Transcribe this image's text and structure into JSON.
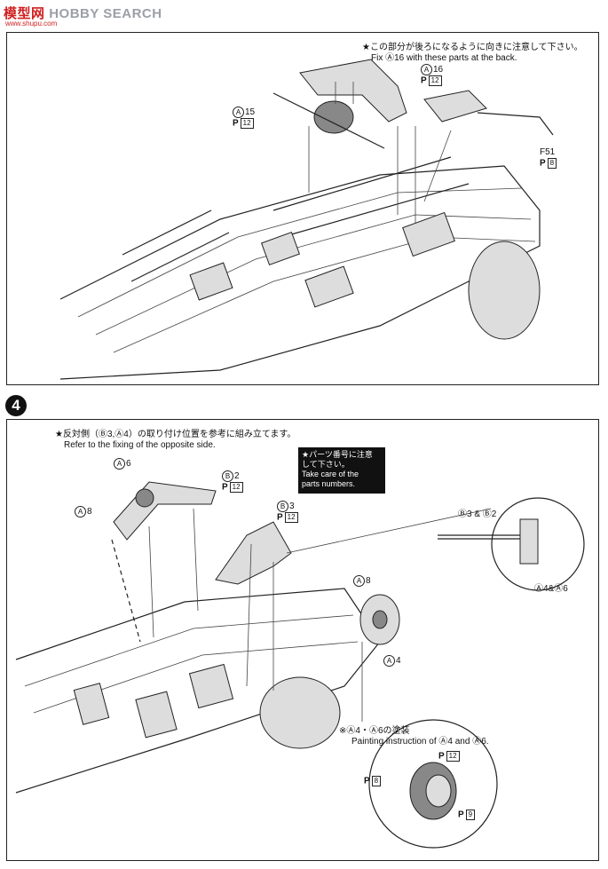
{
  "watermark": {
    "brand_left": "模型网",
    "brand_right": "HOBBY SEARCH",
    "url": "www.shupu.com"
  },
  "step_number": "4",
  "panel1": {
    "note_jp": "★この部分が後ろになるように向きに注意して下さい。",
    "note_en": "Fix Ⓐ16 with these parts at the back.",
    "labels": [
      {
        "circle": "A",
        "num": "16",
        "page": "12"
      },
      {
        "circle": "A",
        "num": "15",
        "page": "12"
      },
      {
        "code": "F51",
        "page": "8"
      }
    ]
  },
  "panel2": {
    "instruction_jp": "★反対側（Ⓑ3,Ⓐ4）の取り付け位置を参考に組み立てます。",
    "instruction_en": "Refer to the fixing of the opposite side.",
    "callout_jp_1": "★パーツ番号に注意",
    "callout_jp_2": "して下さい。",
    "callout_en_1": "Take care of the",
    "callout_en_2": "parts numbers.",
    "labels": [
      {
        "circle": "A",
        "num": "6"
      },
      {
        "circle": "A",
        "num": "8"
      },
      {
        "circle": "B",
        "num": "2",
        "page": "12"
      },
      {
        "circle": "B",
        "num": "3",
        "page": "12"
      },
      {
        "circle": "A",
        "num": "8"
      },
      {
        "circle": "A",
        "num": "4"
      }
    ],
    "detail_top": {
      "label1": "Ⓑ3 & Ⓑ2",
      "label2": "Ⓐ4&Ⓐ6"
    },
    "painting": {
      "title_jp": "※Ⓐ4・Ⓐ6の塗装",
      "title_en": "Painting instruction of Ⓐ4 and Ⓐ6.",
      "colors": [
        "12",
        "8",
        "9"
      ]
    }
  },
  "page_prefix": "P"
}
